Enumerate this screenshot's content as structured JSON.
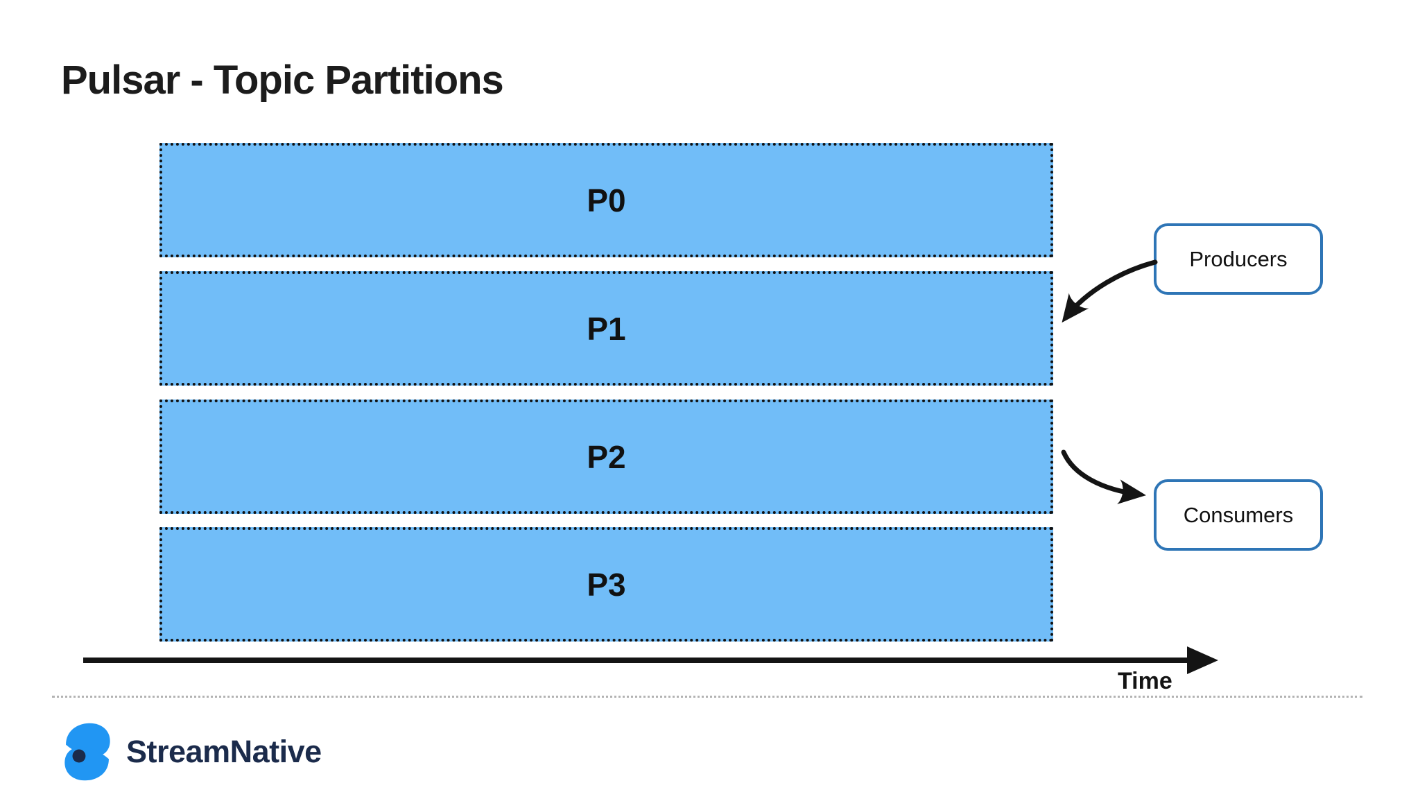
{
  "title": "Pulsar - Topic Partitions",
  "partitions": [
    {
      "label": "P0"
    },
    {
      "label": "P1"
    },
    {
      "label": "P2"
    },
    {
      "label": "P3"
    }
  ],
  "actors": {
    "producers": "Producers",
    "consumers": "Consumers"
  },
  "time_axis": {
    "label": "Time"
  },
  "brand": {
    "name": "StreamNative",
    "icon": "streamnative-s-mark-icon"
  },
  "colors": {
    "partition_fill": "#71BDF8",
    "partition_border": "#111111",
    "actor_box_border": "#2E75B6",
    "arrow": "#141414",
    "divider": "#b3b3b3",
    "logo_blue": "#2196F3",
    "logo_navy": "#1B2B4B",
    "background": "#ffffff"
  }
}
